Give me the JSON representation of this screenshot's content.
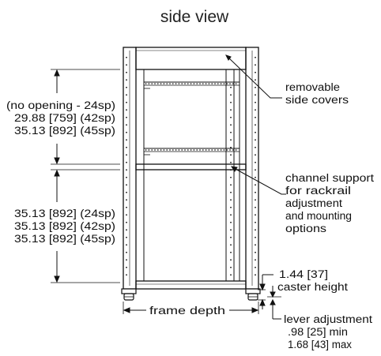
{
  "title": "side view",
  "labels": {
    "upper_dim": [
      "(no opening - 24sp)",
      "29.88 [759] (42sp)",
      "35.13 [892] (45sp)"
    ],
    "lower_dim": [
      "35.13 [892] (24sp)",
      "35.13 [892] (42sp)",
      "35.13 [892] (45sp)"
    ],
    "removable_covers": [
      "removable",
      "side covers"
    ],
    "channel_support": [
      "channel support",
      "for rackrail",
      "adjustment",
      "and mounting",
      "options"
    ],
    "caster_height": [
      "1.44 [37]",
      "caster height"
    ],
    "lever_adjustment": [
      "lever adjustment",
      ".98 [25] min",
      "1.68 [43] max"
    ],
    "frame_depth": "frame depth"
  }
}
